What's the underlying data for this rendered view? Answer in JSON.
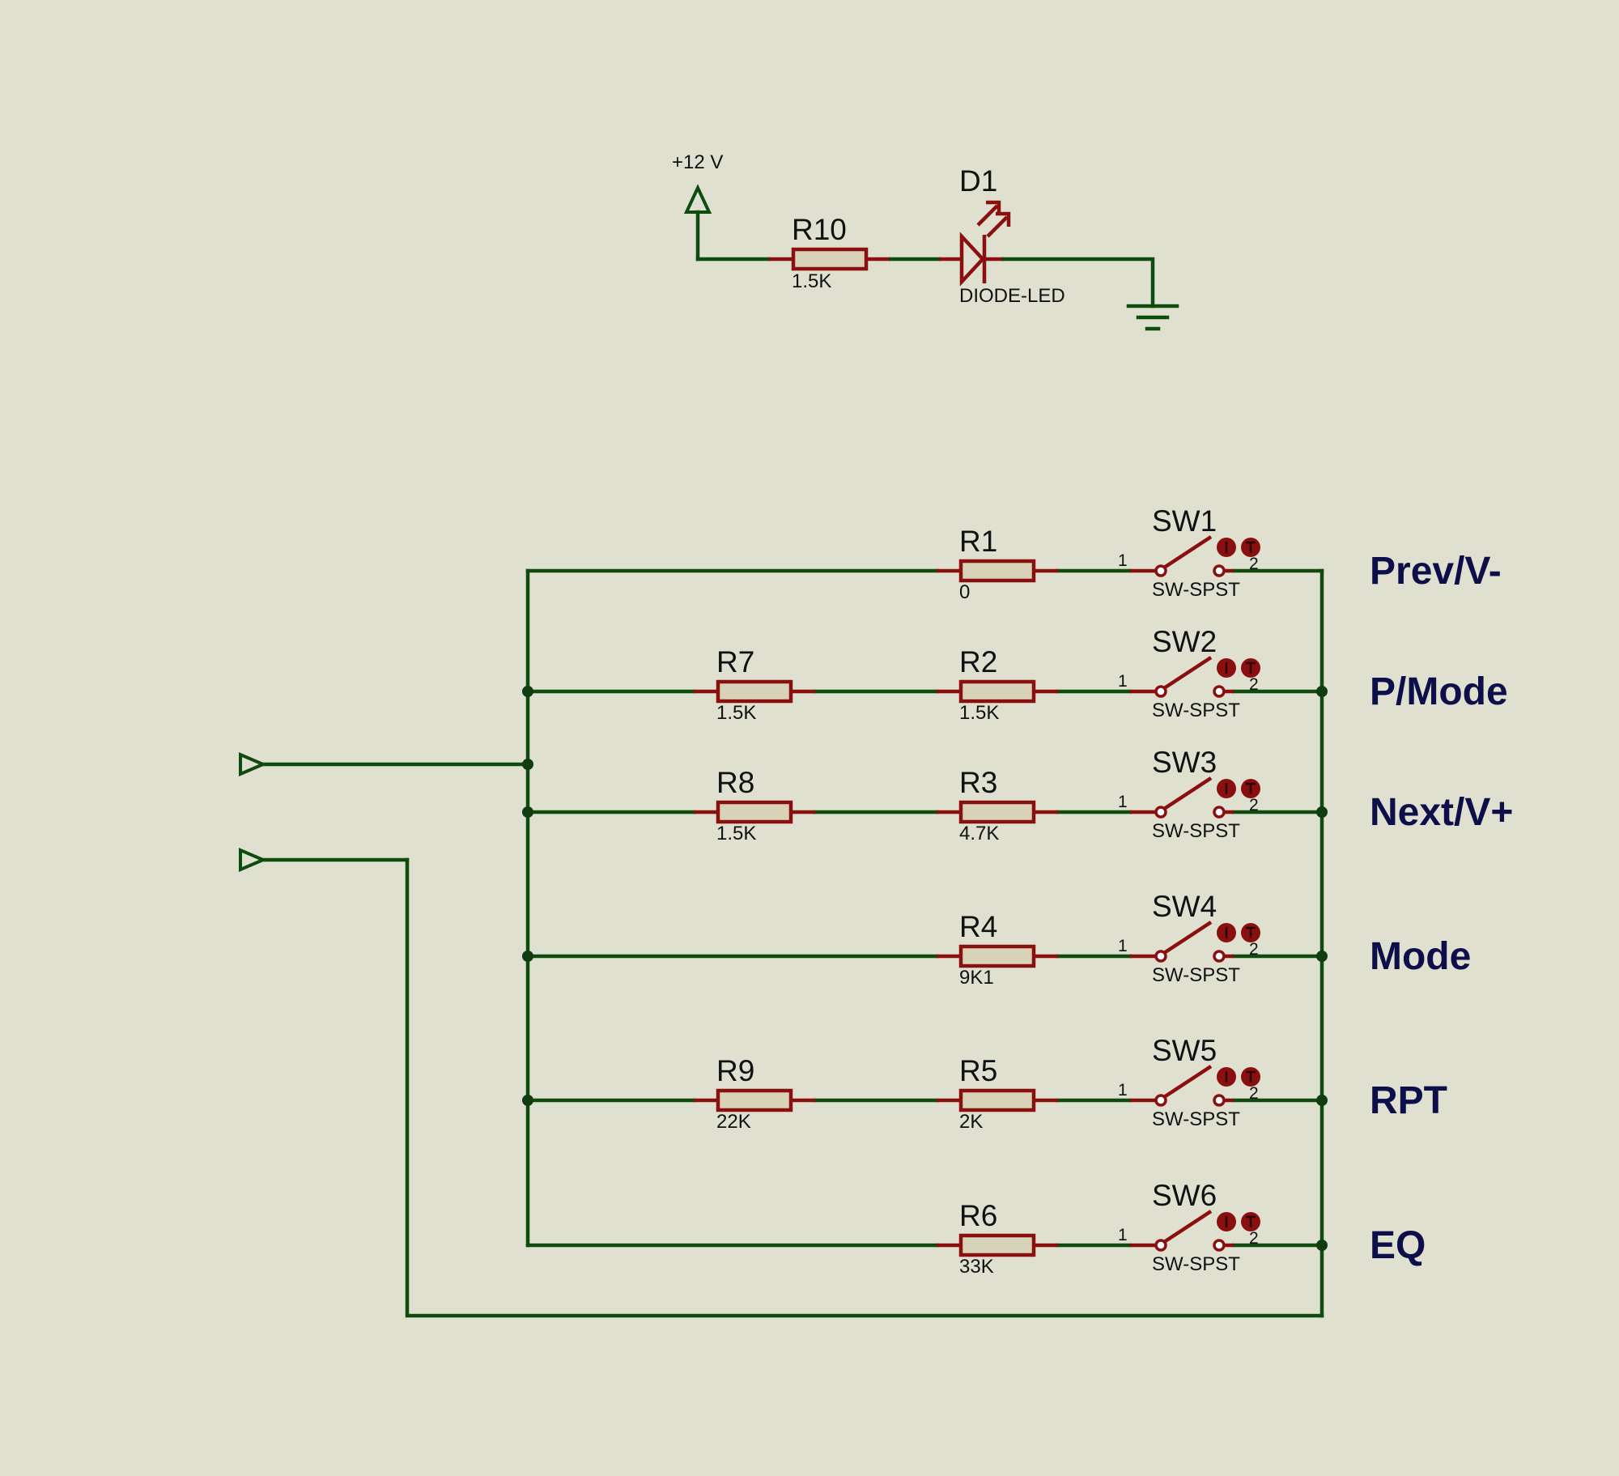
{
  "supply": {
    "label": "+12 V"
  },
  "indicator": {
    "resistor": {
      "ref": "R10",
      "value": "1.5K"
    },
    "led": {
      "ref": "D1",
      "type": "DIODE-LED"
    }
  },
  "switch_model": "SW-SPST",
  "pin_labels": {
    "pin1": "1",
    "pin2": "2"
  },
  "rows": [
    {
      "button": "Prev/V-",
      "resistors": [
        {
          "ref": "R1",
          "value": "0"
        }
      ],
      "switch": "SW1"
    },
    {
      "button": "P/Mode",
      "resistors": [
        {
          "ref": "R7",
          "value": "1.5K"
        },
        {
          "ref": "R2",
          "value": "1.5K"
        }
      ],
      "switch": "SW2"
    },
    {
      "button": "Next/V+",
      "resistors": [
        {
          "ref": "R8",
          "value": "1.5K"
        },
        {
          "ref": "R3",
          "value": "4.7K"
        }
      ],
      "switch": "SW3"
    },
    {
      "button": "Mode",
      "resistors": [
        {
          "ref": "R4",
          "value": "9K1"
        }
      ],
      "switch": "SW4"
    },
    {
      "button": "RPT",
      "resistors": [
        {
          "ref": "R9",
          "value": "22K"
        },
        {
          "ref": "R5",
          "value": "2K"
        }
      ],
      "switch": "SW5"
    },
    {
      "button": "EQ",
      "resistors": [
        {
          "ref": "R6",
          "value": "33K"
        }
      ],
      "switch": "SW6"
    }
  ],
  "colors": {
    "background": "#e0e0d0",
    "wire": "#0f4a0f",
    "component": "#8a1010",
    "resistor_fill": "#d8d2b8",
    "button_label": "#0c0f4a"
  }
}
